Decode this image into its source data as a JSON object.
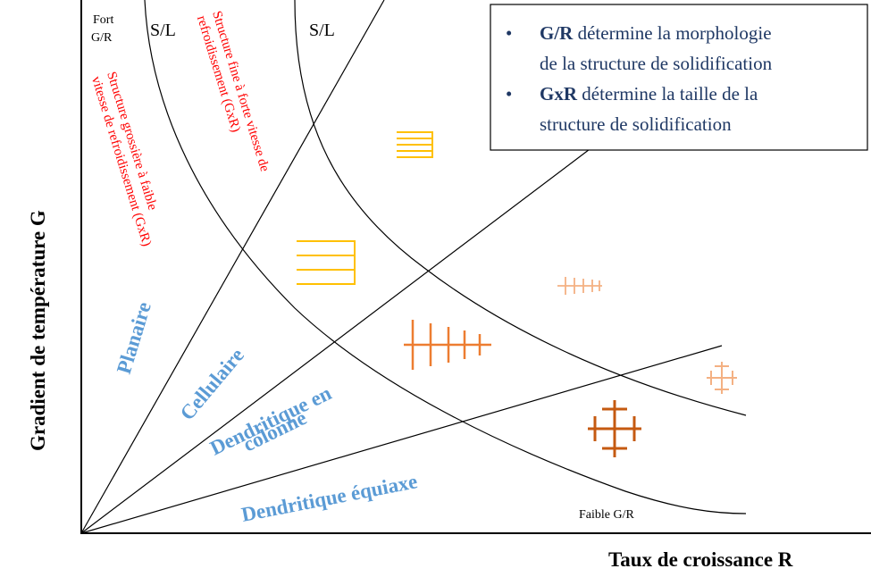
{
  "axes": {
    "y_title": "Gradient de température G",
    "x_title": "Taux de croissance R"
  },
  "corner_labels": {
    "fort_line1": "Fort",
    "fort_line2": "G/R",
    "sl_left": "S/L",
    "sl_right": "S/L",
    "faible": "Faible G/R"
  },
  "annotations": {
    "fine_line1": "Structure fine à forte vitesse de",
    "fine_line2": "refroidissement (GxR)",
    "coarse_line1": "Structure grossière à faible",
    "coarse_line2": "vitesse de refroidissement (GxR)"
  },
  "regions": {
    "planaire": "Planaire",
    "cellulaire": "Cellulaire",
    "dendritique_colonne_1": "Dendritique en",
    "dendritique_colonne_2": "colonne",
    "dendritique_equiaxe": "Dendritique équiaxe"
  },
  "legend": {
    "item1_bold": "G/R",
    "item1_rest": " détermine la morphologie",
    "item1_line2": "de la structure de solidification",
    "item2_bold": "GxR",
    "item2_rest": " détermine la taille de la",
    "item2_line2": "structure de solidification"
  },
  "colors": {
    "region_label": "#5b9bd5",
    "annotation": "#ff0000",
    "legend_text": "#1f3864",
    "cell_symbol": "#ffc000",
    "dendrite_dark": "#c55a11",
    "dendrite_mid": "#ed7d31",
    "dendrite_light": "#f4b183"
  }
}
